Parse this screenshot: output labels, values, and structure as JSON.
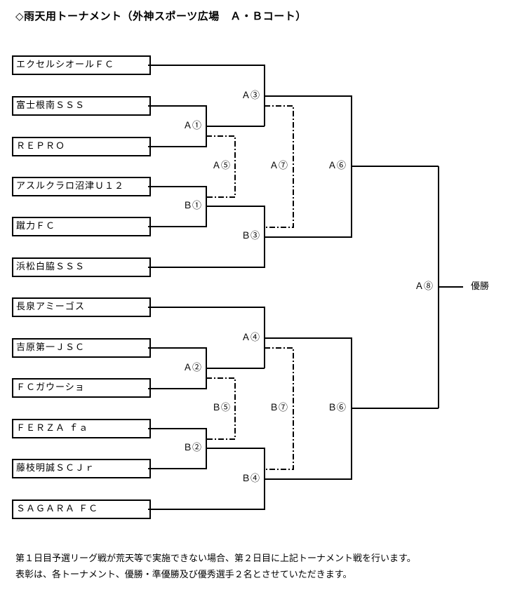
{
  "title": "◇雨天用トーナメント（外神スポーツ広場　Ａ・Ｂコート）",
  "teams": [
    "エクセルシオールＦＣ",
    "富士根南ＳＳＳ",
    "ＲＥＰＲＯ",
    "アスルクラロ沼津Ｕ１２",
    "蹴力ＦＣ",
    "浜松白脇ＳＳＳ",
    "長泉アミーゴス",
    "吉原第一ＪＳＣ",
    "ＦＣガウーショ",
    "ＦＥＲＺＡ ｆａ",
    "藤枝明誠ＳＣＪｒ",
    "ＳＡＧＡＲＡ ＦＣ"
  ],
  "matches": {
    "a1": "Ａ①",
    "a3": "Ａ③",
    "a5": "Ａ⑤",
    "a7": "Ａ⑦",
    "a6": "Ａ⑥",
    "b1": "Ｂ①",
    "b3": "Ｂ③",
    "a2": "Ａ②",
    "a4": "Ａ④",
    "b5": "Ｂ⑤",
    "b7": "Ｂ⑦",
    "b6": "Ｂ⑥",
    "b2": "Ｂ②",
    "b4": "Ｂ④",
    "a8": "Ａ⑧"
  },
  "champion": "優勝",
  "notes": [
    "第１日目予選リーグ戦が荒天等で実施できない場合、第２日目に上記トーナメント戦を行います。",
    "表彰は、各トーナメント、優勝・準優勝及び優秀選手２名とさせていただきます。"
  ]
}
